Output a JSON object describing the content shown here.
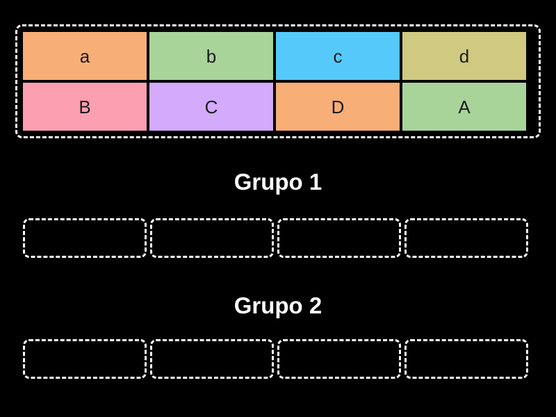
{
  "background_color": "#000000",
  "tile_bank": {
    "container_name": "tile-bank",
    "border_color": "#ffffff",
    "rows": [
      {
        "row_label": "row-top",
        "tiles": [
          {
            "label": "a",
            "color": "#f8ae77"
          },
          {
            "label": "b",
            "color": "#a8d49a"
          },
          {
            "label": "c",
            "color": "#55c9f9"
          },
          {
            "label": "d",
            "color": "#cfca80"
          }
        ]
      },
      {
        "row_label": "row-bottom",
        "tiles": [
          {
            "label": "B",
            "color": "#fb9fb1"
          },
          {
            "label": "C",
            "color": "#d3aafc"
          },
          {
            "label": "D",
            "color": "#f8ae77"
          },
          {
            "label": "A",
            "color": "#a8d49a"
          }
        ]
      }
    ]
  },
  "groups": [
    {
      "title": "Grupo 1",
      "dropzone_count": 4,
      "dropzones": [
        {
          "value": ""
        },
        {
          "value": ""
        },
        {
          "value": ""
        },
        {
          "value": ""
        }
      ]
    },
    {
      "title": "Grupo 2",
      "dropzone_count": 4,
      "dropzones": [
        {
          "value": ""
        },
        {
          "value": ""
        },
        {
          "value": ""
        },
        {
          "value": ""
        }
      ]
    }
  ]
}
